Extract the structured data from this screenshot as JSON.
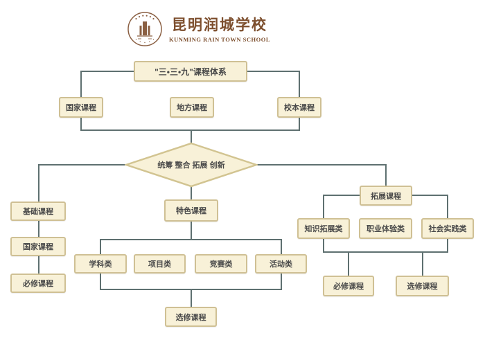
{
  "logo": {
    "school_name_zh": "昆明润城学校",
    "school_name_en": "KUNMING RAIN TOWN SCHOOL"
  },
  "colors": {
    "node_fill": "#f8f1d8",
    "node_border": "#cfc094",
    "connector": "#5e7070",
    "logo_brown": "#7d4f2e",
    "node_text": "#4a4a4a"
  },
  "flowchart": {
    "root": "\"三•三•九\"课程体系",
    "course_types": {
      "national": "国家课程",
      "local": "地方课程",
      "school_based": "校本课程"
    },
    "strategy_diamond": "统筹 整合 拓展 创新",
    "basic_branch": {
      "head": "基础课程",
      "middle": "国家课程",
      "tail": "必修课程"
    },
    "feature_branch": {
      "head": "特色课程",
      "cat1": "学科类",
      "cat2": "项目类",
      "cat3": "竞赛类",
      "cat4": "活动类",
      "result": "选修课程"
    },
    "expand_branch": {
      "head": "拓展课程",
      "cat1": "知识拓展类",
      "cat2": "职业体验类",
      "cat3": "社会实践类",
      "result1": "必修课程",
      "result2": "选修课程"
    }
  }
}
